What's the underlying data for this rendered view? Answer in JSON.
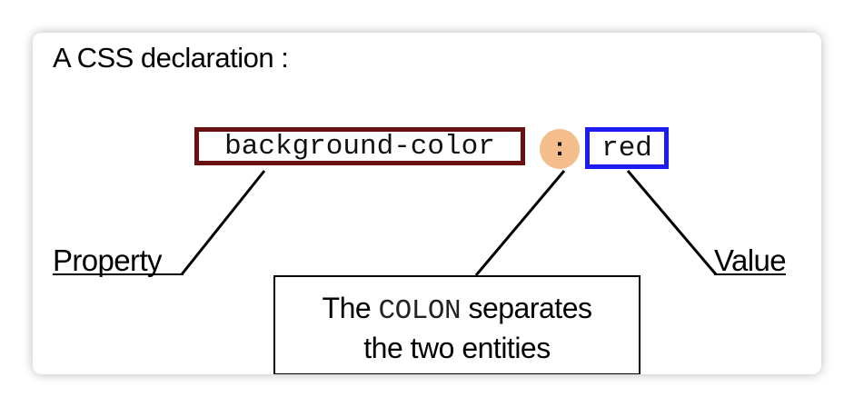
{
  "heading": "A CSS declaration :",
  "declaration": {
    "property": "background-color",
    "separator": ":",
    "value": "red"
  },
  "labels": {
    "property": "Property",
    "value": "Value"
  },
  "note": {
    "part1": "The",
    "keyword": "COLON",
    "part2": "separates",
    "line2": "the two entities"
  },
  "colors": {
    "property_border": "#6b1010",
    "value_border": "#1c1cf0",
    "colon_fill": "#f3bd8c"
  }
}
